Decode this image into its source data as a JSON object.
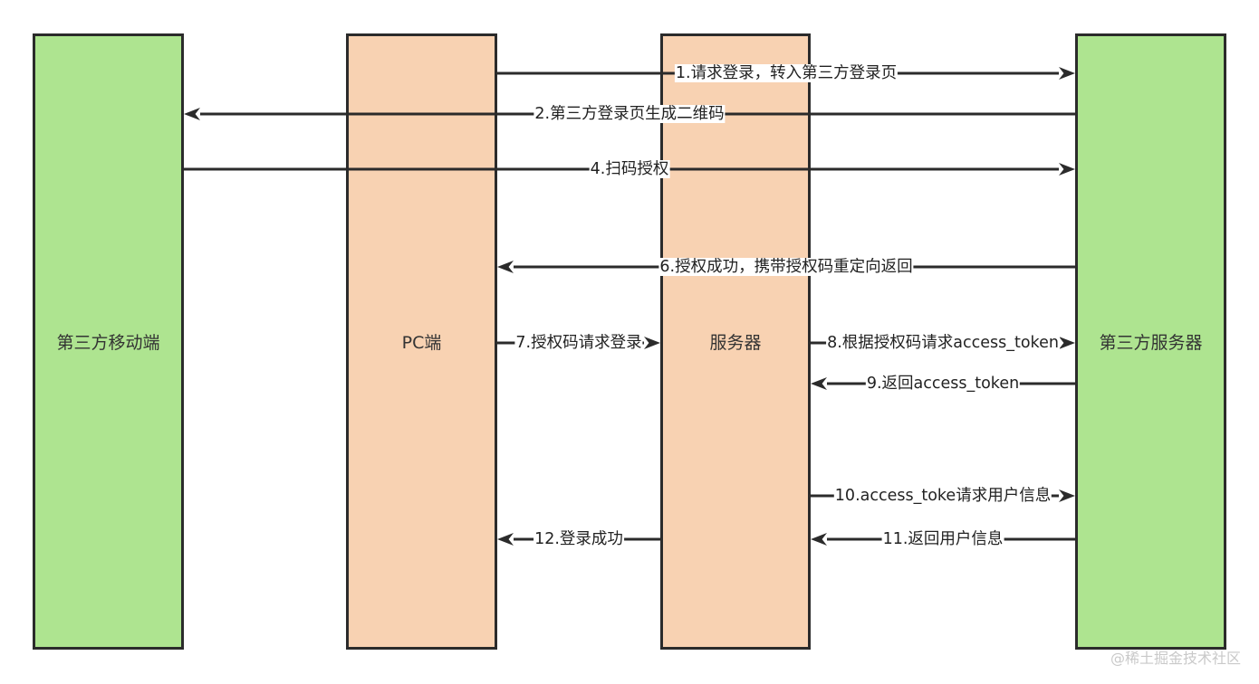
{
  "colors": {
    "client_lane": "#aee490",
    "server_lane": "#f8d2b2",
    "line": "#2b2b2b"
  },
  "lanes": {
    "mobile": "第三方移动端",
    "pc": "PC端",
    "server": "服务器",
    "third_server": "第三方服务器"
  },
  "messages": [
    {
      "from": "pc",
      "to": "third_server",
      "label": "1.请求登录，转入第三方登录页"
    },
    {
      "from": "third_server",
      "to": "mobile",
      "label": "2.第三方登录页生成二维码"
    },
    {
      "from": "mobile",
      "to": "third_server",
      "label": "4.扫码授权"
    },
    {
      "from": "third_server",
      "to": "pc",
      "label": "6.授权成功，携带授权码重定向返回"
    },
    {
      "from": "pc",
      "to": "server",
      "label": "7.授权码请求登录"
    },
    {
      "from": "server",
      "to": "third_server",
      "label": "8.根据授权码请求access_token"
    },
    {
      "from": "third_server",
      "to": "server",
      "label": "9.返回access_token"
    },
    {
      "from": "server",
      "to": "third_server",
      "label": "10.access_toke请求用户信息"
    },
    {
      "from": "third_server",
      "to": "server",
      "label": "11.返回用户信息"
    },
    {
      "from": "server",
      "to": "pc",
      "label": "12.登录成功"
    }
  ],
  "watermark": "@稀土掘金技术社区"
}
